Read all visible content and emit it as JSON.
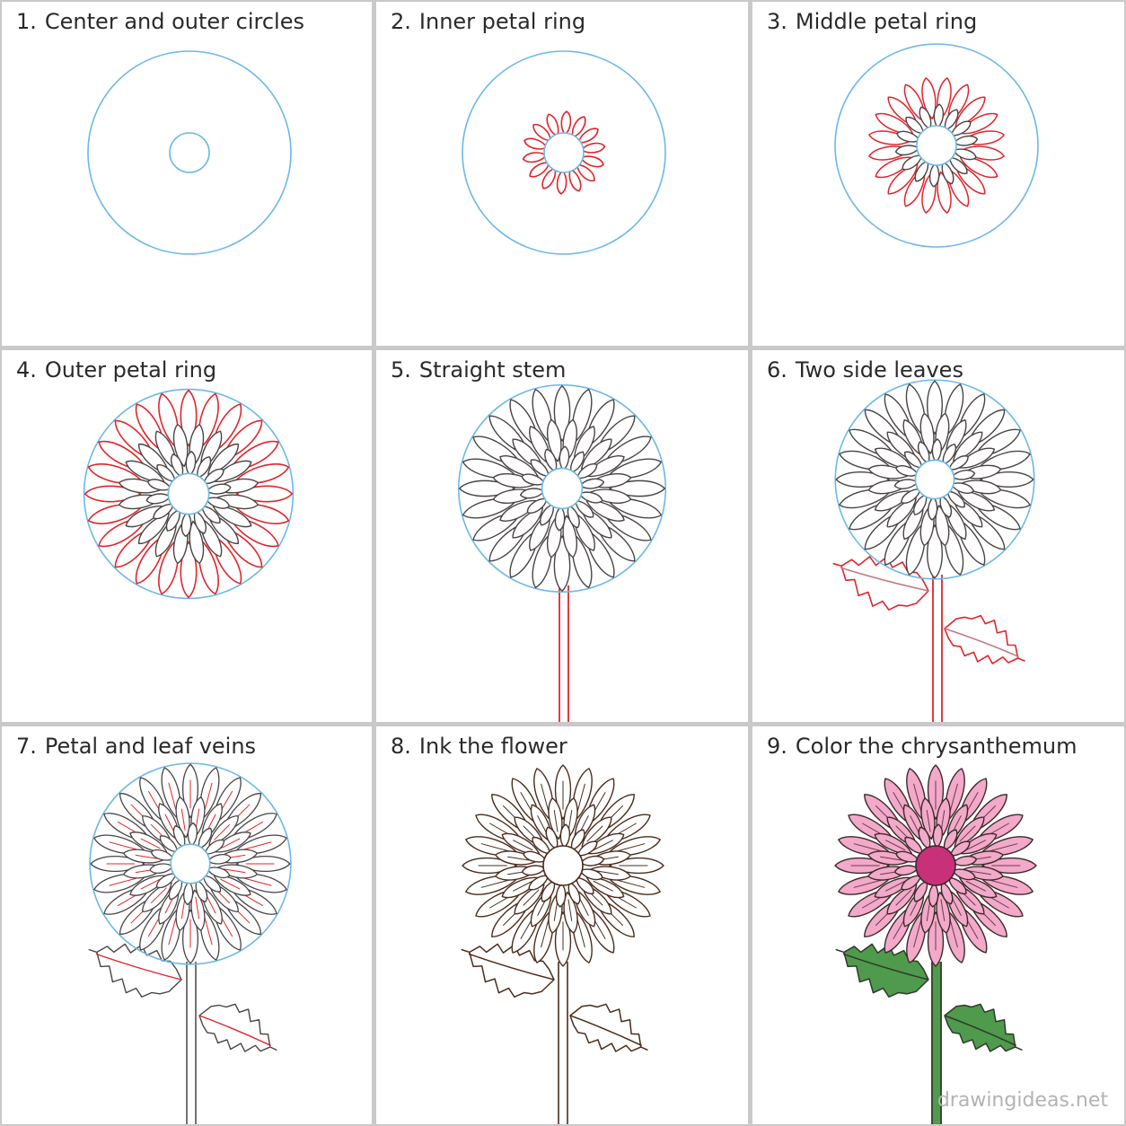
{
  "steps": [
    {
      "number": "1.",
      "title": "Center and outer circles"
    },
    {
      "number": "2.",
      "title": "Inner petal ring"
    },
    {
      "number": "3.",
      "title": "Middle petal ring"
    },
    {
      "number": "4.",
      "title": "Outer petal ring"
    },
    {
      "number": "5.",
      "title": "Straight stem"
    },
    {
      "number": "6.",
      "title": "Two side leaves"
    },
    {
      "number": "7.",
      "title": "Petal and leaf veins"
    },
    {
      "number": "8.",
      "title": "Ink the flower"
    },
    {
      "number": "9.",
      "title": "Color the chrysanthemum"
    }
  ],
  "watermark": "drawingideas.net",
  "colors": {
    "guide": "#6cb8e6",
    "new_stroke": "#e0252b",
    "previous_stroke": "#4a4444",
    "ink": "#4b2c1e",
    "petal_fill": "#f3a9c9",
    "center_fill": "#c8307a",
    "leaf_fill": "#4f9a4c",
    "stem_fill": "#4f9a4c"
  }
}
